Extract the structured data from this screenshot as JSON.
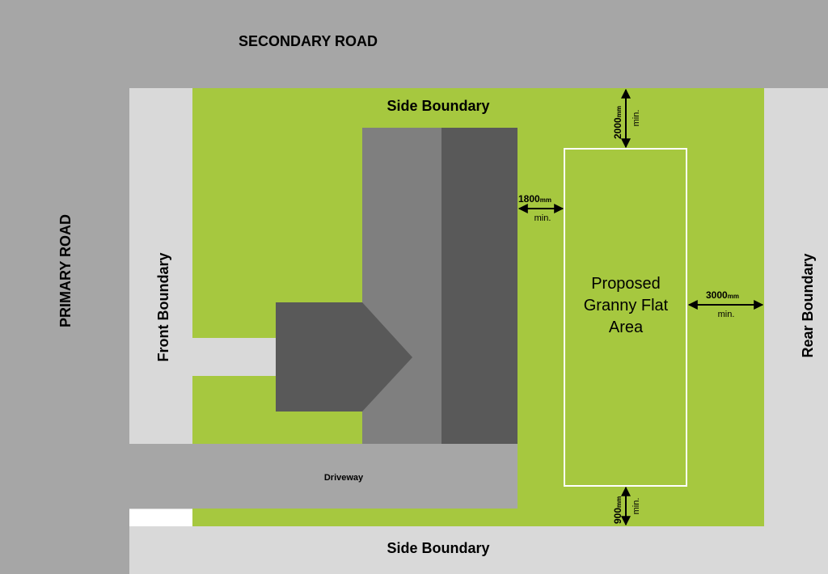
{
  "roads": {
    "secondary": "SECONDARY ROAD",
    "primary": "PRIMARY ROAD"
  },
  "boundaries": {
    "side_top": "Side Boundary",
    "side_bottom": "Side Boundary",
    "front": "Front Boundary",
    "rear": "Rear Boundary"
  },
  "driveway": "Driveway",
  "granny_flat": {
    "line1": "Proposed",
    "line2": "Granny Flat",
    "line3": "Area"
  },
  "setbacks": {
    "top": {
      "value": "2000",
      "unit": "mm",
      "note": "min."
    },
    "side": {
      "value": "1800",
      "unit": "mm",
      "note": "min."
    },
    "rear": {
      "value": "3000",
      "unit": "mm",
      "note": "min."
    },
    "bottom": {
      "value": "900",
      "unit": "mm",
      "note": "min."
    }
  },
  "colors": {
    "road": "#a6a6a6",
    "boundary": "#d9d9d9",
    "lawn": "#a6c83f",
    "roof_light": "#7f7f7f",
    "roof_dark": "#595959"
  }
}
